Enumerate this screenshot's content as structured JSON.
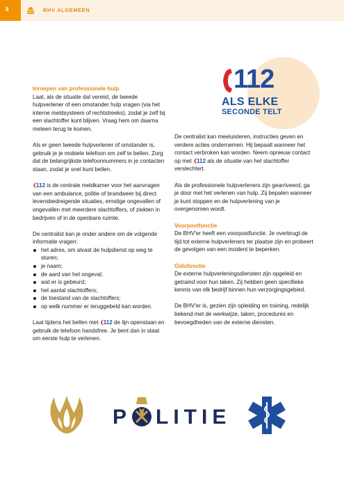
{
  "header": {
    "page_number": "8",
    "section_title": "BHV ALGEMEEN"
  },
  "badge": {
    "number": "112",
    "line1": "ALS ELKE",
    "line2": "SECONDE TELT"
  },
  "left_column": {
    "heading": "Inroepen van professionele hulp",
    "p1": "Laat, als de situatie dat vereist, de tweede hulpverlener of een omstander hulp vragen (via het interne meldsysteem of rechtstreeks), zodat je zelf bij een slachtoffer kunt blijven. Vraag hem om daarna meteen terug te komen.",
    "p2": "Als er geen tweede hulpverlener of omstander is, gebruik je je mobiele telefoon om zelf te bellen. Zorg dat de belangrijkste telefoonnummers in je contacten staan, zodat je snel kunt bellen.",
    "p3_number": "112",
    "p3_text": " is de centrale meldkamer voor het aanvragen van een ambulance, politie of brandweer bij direct levensbedreigende situaties, ernstige ongevallen of ongevallen met meerdere slachtoffers, of ziekten in bedrijven of in de openbare ruimte.",
    "p4": "De centralist kan je onder andere om de volgende informatie vragen:",
    "bullets": [
      "het adres, om alvast de hulpdienst op weg te sturen;",
      "je naam;",
      "de aard van het ongeval;",
      "wat er is gebeurd;",
      "het aantal slachtoffers;",
      "de toestand van de slachtoffers;",
      "op welk nummer er teruggebeld kan worden."
    ],
    "p5_before": "Laat tijdens het bellen met ",
    "p5_number": "112",
    "p5_after": " de lijn openstaan en gebruik de telefoon handsfree. Je bent dan in staat om eerste hulp te verlenen."
  },
  "right_column": {
    "p1_before": "De centralist kan meeluisteren, instructies geven en verdere acties ondernemen. Hij bepaalt wanneer het contact verbroken kan worden. Neem opnieuw contact op met ",
    "p1_number": "112",
    "p1_after": " als de situatie van het slachtoffer verslechtert.",
    "p2": "Als de professionele hulpverleners zijn gearriveerd, ga je door met het verlenen van hulp. Zij bepalen wanneer je kunt stoppen en de hulpverlening van je overgenomen wordt.",
    "heading2": "Voorpostfunctie",
    "p3": "De BHV'er heeft een voorpostfunctie. Je overbrugt de tijd tot externe hulpverleners ter plaatse zijn en probeert de gevolgen van een incident te beperken.",
    "heading3": "Gidsfunctie",
    "p4": "De externe hulpverleningsdiensten zijn opgeleid en getraind voor hun taken. Zij hebben geen specifieke kennis van elk bedrijf binnen hun verzorgingsgebied.",
    "p5": "De BHV'er is, gezien zijn opleiding en training, redelijk bekend met de werkwijze, taken, procedures en bevoegdheden van de externe diensten."
  },
  "logos": {
    "politie_text_start": "P",
    "politie_text_end": "LITIE"
  },
  "colors": {
    "orange": "#f39200",
    "heading_orange": "#e8891a",
    "blue": "#1f4e9c",
    "red": "#d7282f",
    "gold": "#c9a24a"
  }
}
